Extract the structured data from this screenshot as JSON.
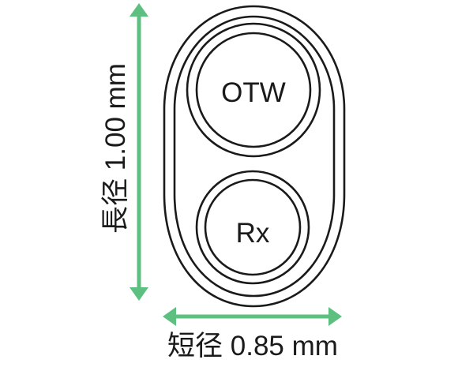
{
  "labels": {
    "long_axis": "長径 1.00 mm",
    "short_axis": "短径 0.85 mm",
    "top_circle": "OTW",
    "bottom_circle": "Rx"
  },
  "colors": {
    "arrow": "#5dc080",
    "outline": "#1a1a1a",
    "background": "#ffffff"
  }
}
